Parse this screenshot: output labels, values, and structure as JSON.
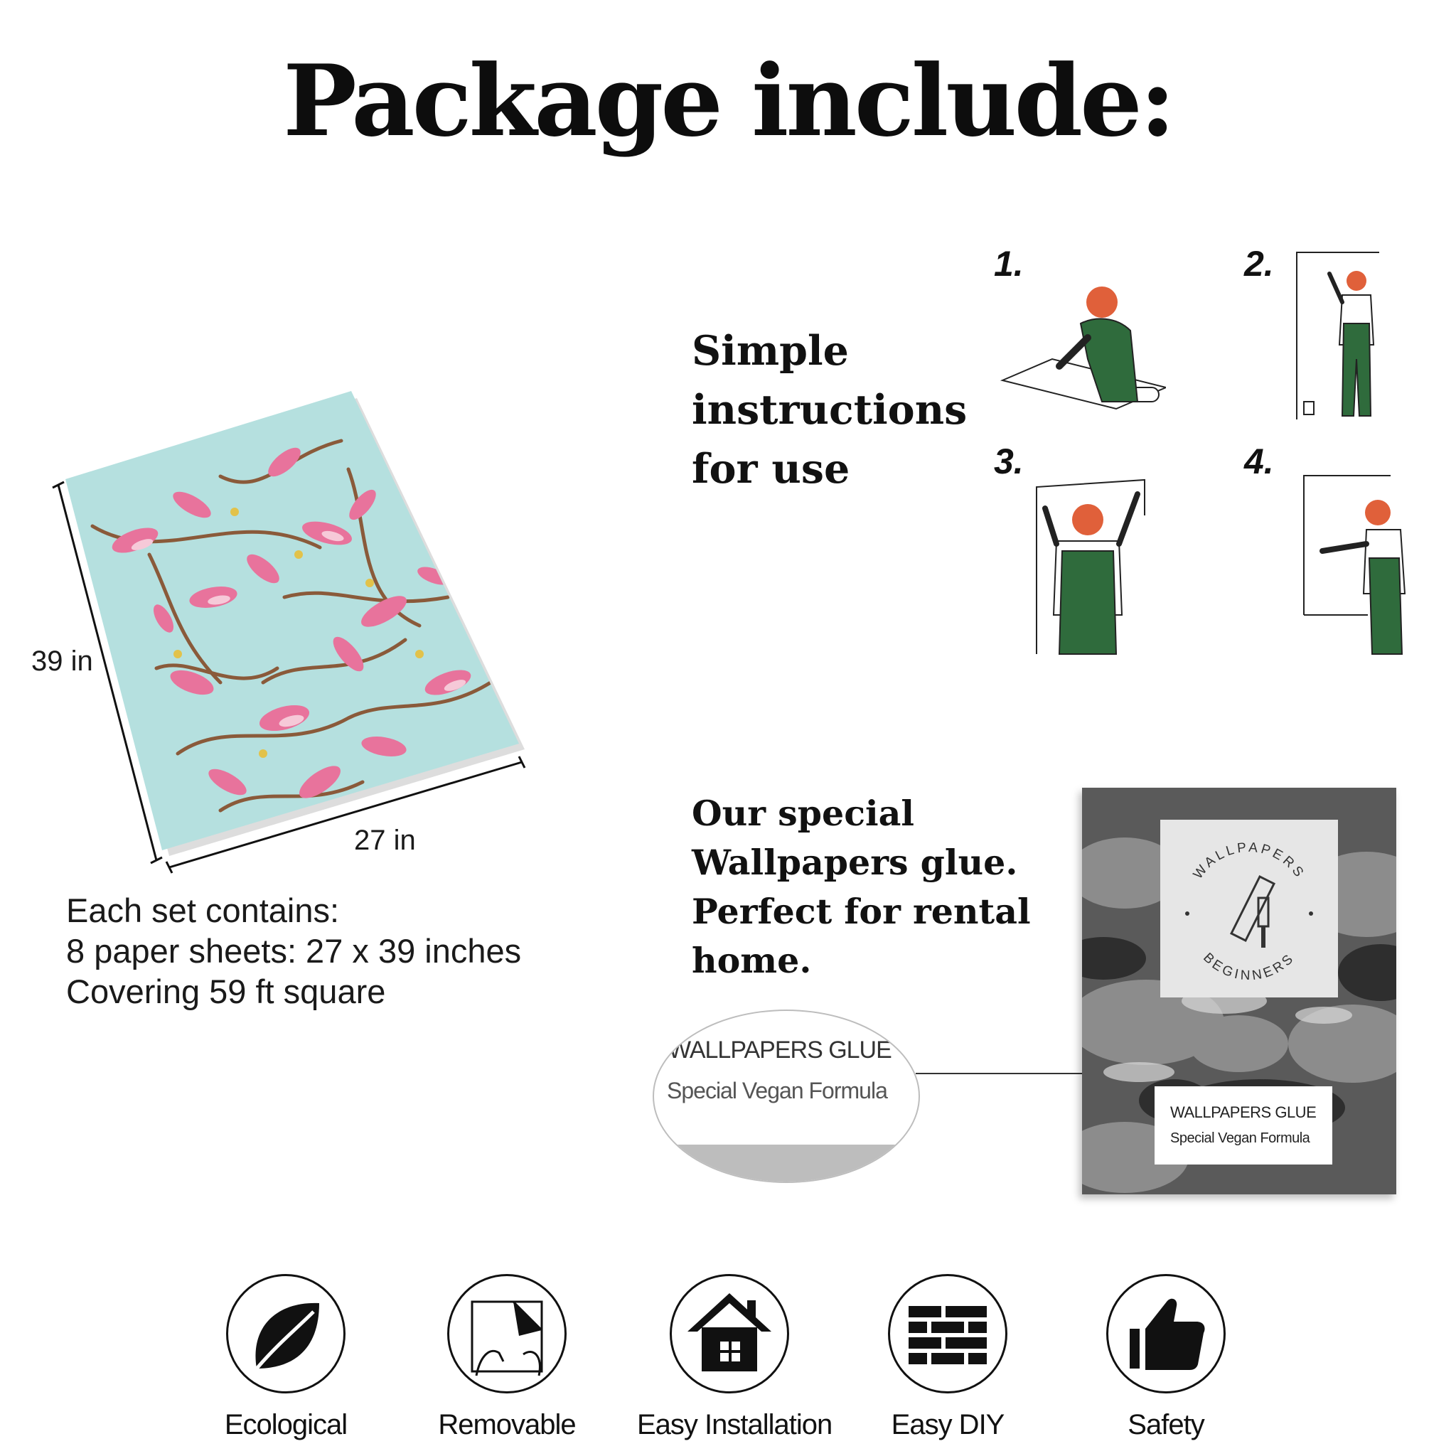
{
  "title": "Package include:",
  "sheet": {
    "height_label": "39 in",
    "width_label": "27 in",
    "bg_color": "#b5e0df",
    "blossom_color": "#e8739c"
  },
  "set_info": {
    "line1": "Each set contains:",
    "line2": "8 paper sheets: 27 x 39 inches",
    "line3": "Covering 59 ft square"
  },
  "instructions": {
    "heading_lines": [
      "Simple",
      "instructions",
      "for use"
    ],
    "steps": [
      "1.",
      "2.",
      "3.",
      "4."
    ],
    "overall_color": "#2f6b3c",
    "hair_color": "#e0603a"
  },
  "glue": {
    "description_lines": [
      "Our special",
      "Wallpapers glue.",
      "Perfect for rental",
      "home."
    ],
    "zoom_line1": "WALLPAPERS GLUE",
    "zoom_line2": "Special Vegan Formula",
    "package_label_line1": "WALLPAPERS GLUE",
    "package_label_line2": "Special Vegan Formula",
    "logo_top": "WALLPAPERS",
    "logo_bottom": "BEGINNERS"
  },
  "features": [
    {
      "label": "Ecological",
      "icon": "leaf-icon"
    },
    {
      "label": "Removable",
      "icon": "peel-icon"
    },
    {
      "label": "Easy Installation",
      "icon": "house-icon"
    },
    {
      "label": "Easy DIY",
      "icon": "brick-wall-icon"
    },
    {
      "label": "Safety",
      "icon": "thumbs-up-icon"
    }
  ]
}
